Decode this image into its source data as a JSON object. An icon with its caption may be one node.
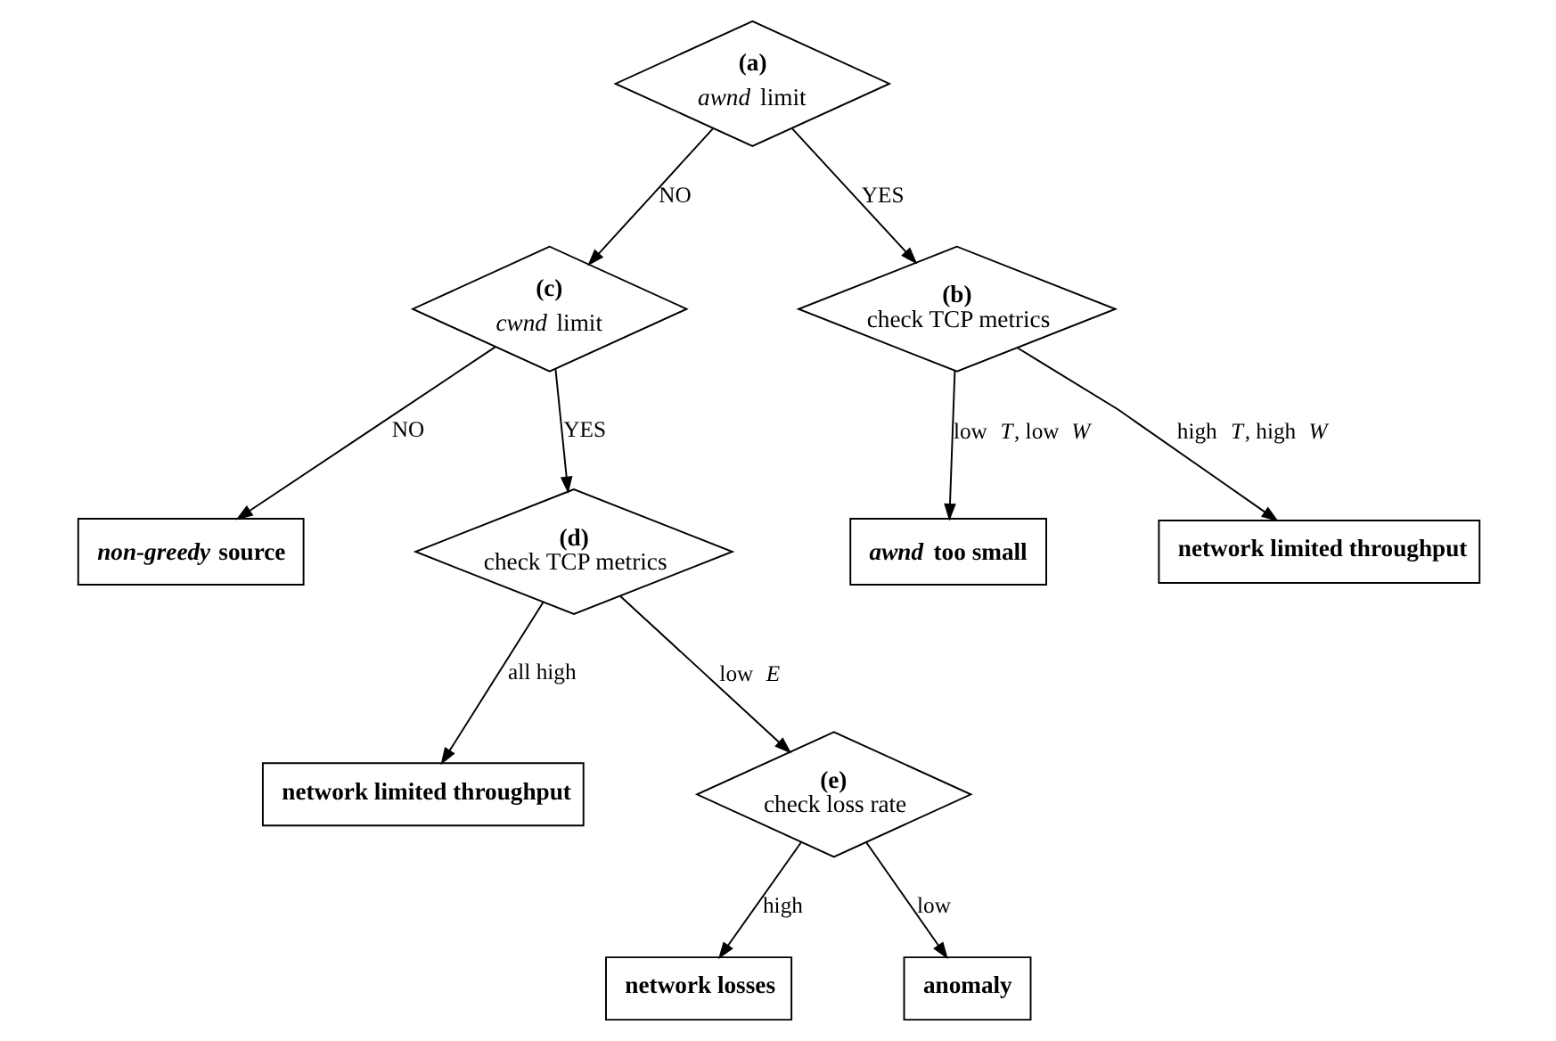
{
  "diagram": {
    "nodes": [
      {
        "text": [
          "**(a)**",
          "*awnd* limit"
        ]
      },
      {
        "text": [
          "**(c)**",
          "*cwnd* limit"
        ]
      },
      {
        "text": [
          "*non-greedy* source"
        ]
      },
      {
        "text": [
          "**(d)**",
          "check TCP metrics"
        ]
      },
      {
        "text": [
          "network limited throughput"
        ]
      },
      {
        "text": [
          "**(b)**",
          "check TCP metrics"
        ]
      },
      {
        "text": [
          "**(e)**",
          "check loss rate"
        ]
      },
      {
        "text": [
          "*awnd* too small"
        ]
      },
      {
        "text": [
          "network limited throughput"
        ]
      },
      {
        "text": [
          "network losses"
        ]
      },
      {
        "text": [
          "anomaly"
        ]
      }
    ],
    "edges": [
      {
        "from": 0,
        "to": 5,
        "arrow": "to",
        "label": "YES"
      },
      {
        "from": 0,
        "to": 1,
        "arrow": "to",
        "label": "NO"
      },
      {
        "from": 1,
        "to": 2,
        "arrow": "to",
        "label": "NO"
      },
      {
        "from": 1,
        "to": 3,
        "arrow": "to",
        "label": "YES"
      },
      {
        "from": 3,
        "to": 4,
        "arrow": "to",
        "label": "all high"
      },
      {
        "from": 3,
        "to": 6,
        "arrow": "to",
        "label": "low *E*"
      },
      {
        "from": 5,
        "to": 7,
        "arrow": "to",
        "label": "low *T*, low *W*"
      },
      {
        "from": 5,
        "to": 8,
        "arrow": "to",
        "label": "high *T*, high *W*"
      },
      {
        "from": 6,
        "to": 9,
        "arrow": "to",
        "label": "high"
      },
      {
        "from": 6,
        "to": 10,
        "arrow": "to",
        "label": "low"
      }
    ]
  }
}
